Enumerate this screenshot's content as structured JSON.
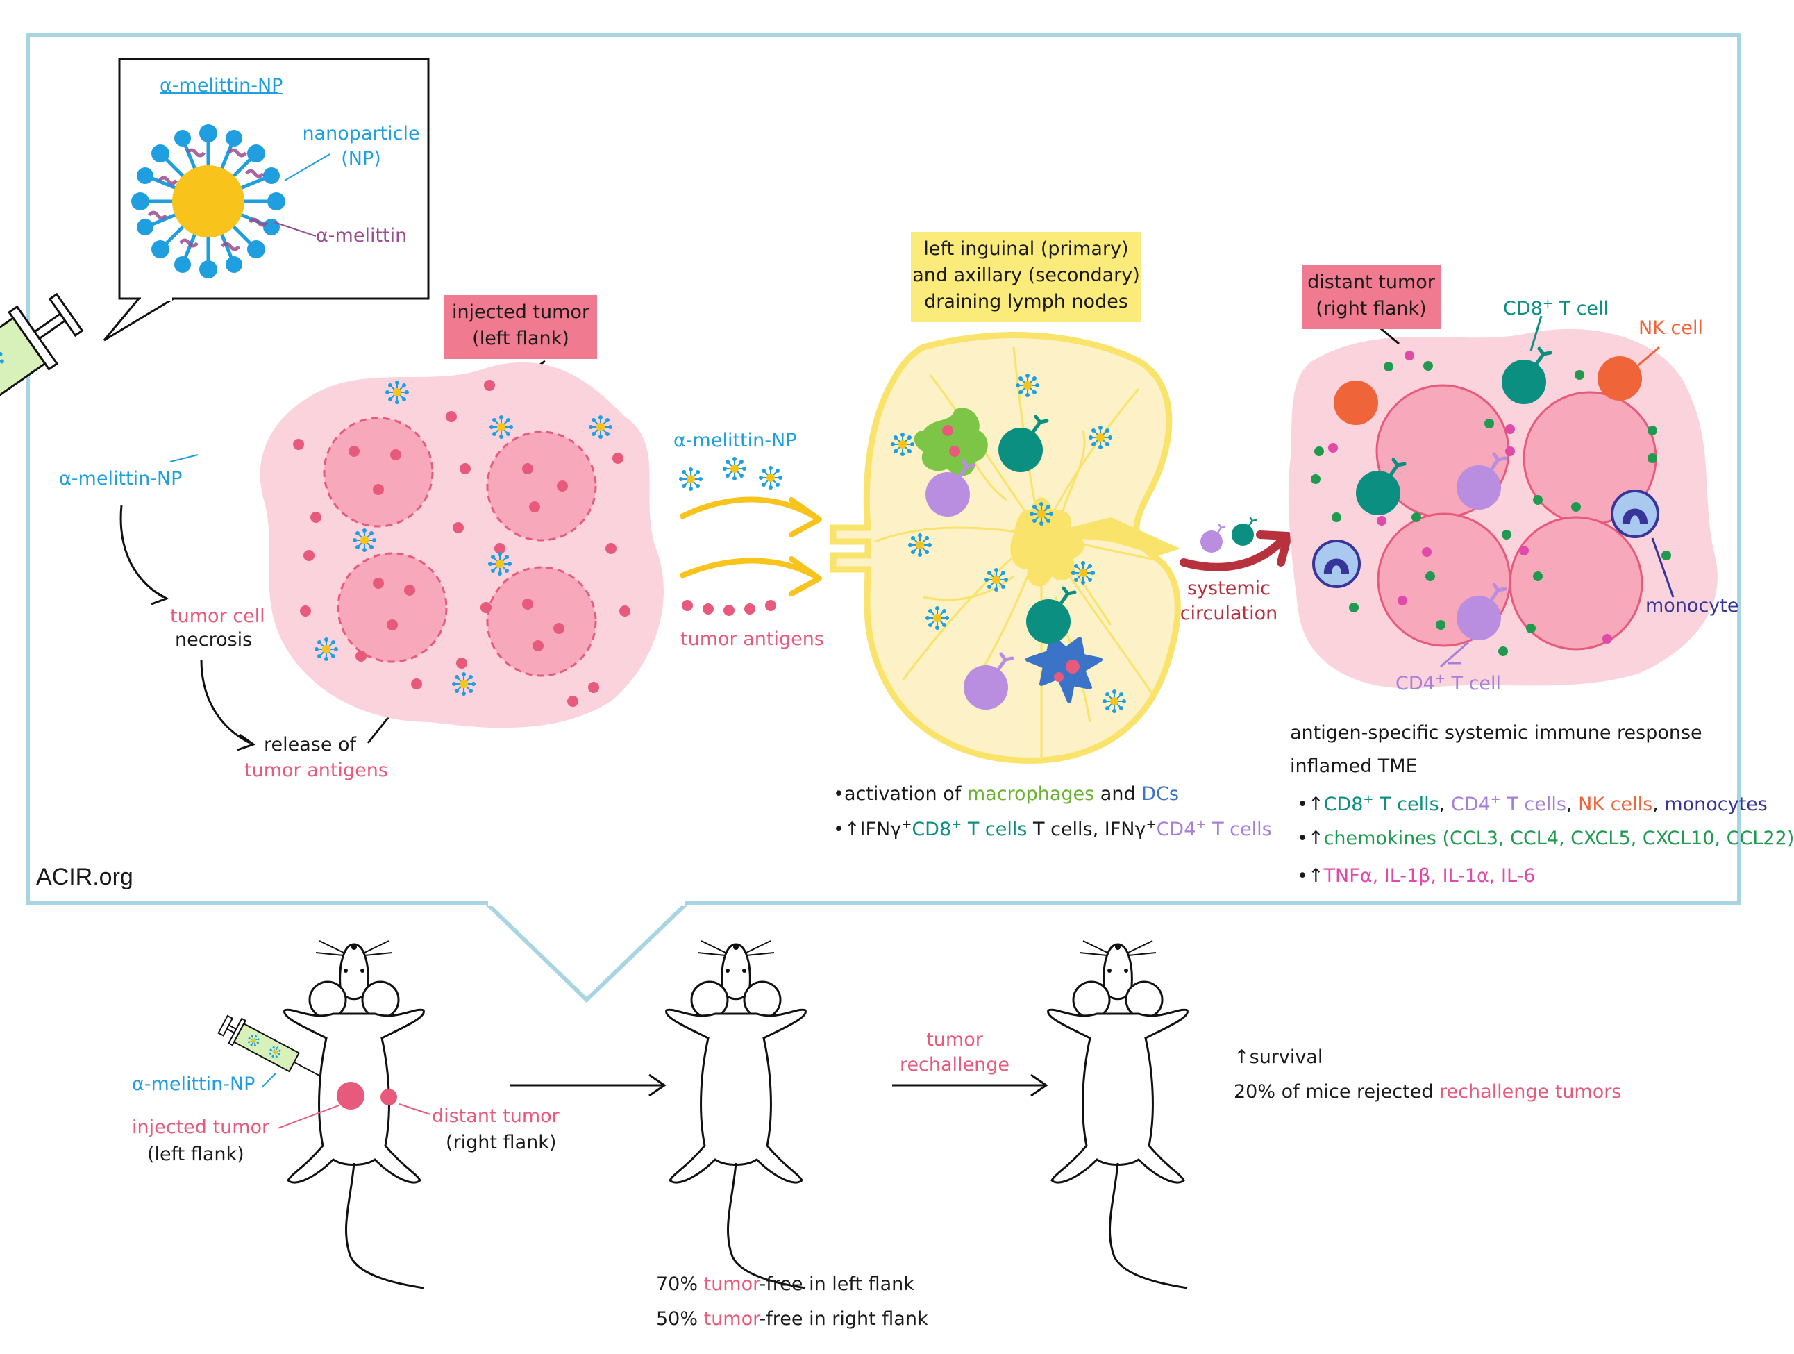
{
  "top": {
    "inset_title": "α-melittin-NP",
    "inset_np_label": "nanoparticle\n(NP)",
    "inset_melittin_label": "α-melittin",
    "syringe_label": "α-melittin-NP",
    "injected_tumor_box": "injected tumor\n(left flank)",
    "tumor_cell": "tumor cell",
    "necrosis": "necrosis",
    "release_of": "release of",
    "tumor_antigens_release": "tumor antigens",
    "arrow_np_label": "α-melittin-NP",
    "arrow_antigen_label": "tumor antigens",
    "lymph_box": "left inguinal (primary)\nand axillary (secondary)\ndraining lymph nodes",
    "lymph_bullet1_pre": "activation of ",
    "lymph_bullet1_macro": "macrophages",
    "lymph_bullet1_and": " and ",
    "lymph_bullet1_dcs": "DCs",
    "lymph_bullet2_a": "↑IFNγ",
    "lymph_bullet2_b": "CD8",
    "lymph_bullet2_c": " T cells, IFNγ",
    "lymph_bullet2_d": "CD4",
    "lymph_bullet2_e": " T cells",
    "systemic": "systemic\ncirculation",
    "distant_tumor_box": "distant tumor\n(right flank)",
    "cd8_label": "CD8",
    "cd8_label_tail": " T cell",
    "nk_label": "NK cell",
    "monocyte_label": "monocyte",
    "cd4_label": "CD4",
    "cd4_label_tail": " T cell",
    "response_title": "antigen-specific systemic immune response",
    "inflamed": "inflamed TME",
    "bullet_a1": "↑",
    "bullet_a_cd8": "CD8",
    "bullet_a_cd8_tail": " T cells",
    "bullet_a_sep1": ", ",
    "bullet_a_cd4": "CD4",
    "bullet_a_cd4_tail": " T cells",
    "bullet_a_sep2": ", ",
    "bullet_a_nk": "NK cells",
    "bullet_a_sep3": ", ",
    "bullet_a_mono": "monocytes",
    "bullet_b1": "↑",
    "bullet_b_text": "chemokines (CCL3, CCL4, CXCL5, CXCL10, CCL22)",
    "bullet_c1": "↑",
    "bullet_c_text": "TNFα, IL-1β, IL-1α, IL-6",
    "plus": "+",
    "watermark": "ACIR.org"
  },
  "bottom": {
    "syringe_label": "α-melittin-NP",
    "injected_tumor": "injected tumor",
    "left_flank": "(left flank)",
    "distant_tumor": "distant tumor",
    "right_flank": "(right flank)",
    "rechallenge": "tumor\nrechallenge",
    "result1_pct": "70% ",
    "result1_tumor": "tumor",
    "result1_rest": "-free in left flank",
    "result2_pct": "50% ",
    "result2_tumor": "tumor",
    "result2_rest": "-free in right flank",
    "survival": "↑survival",
    "rejected_pre": "20% of mice rejected ",
    "rejected_red": "rechallenge tumors"
  },
  "colors": {
    "frame": "#a9d4e2",
    "tumor_pink": "#fbd3dc",
    "tumor_cell": "#f7a9bb",
    "antigen": "#e75a7c",
    "lymph_fill": "#fdf1c7",
    "lymph_line": "#f9e36a",
    "teal": "#0b8f80",
    "lavender": "#b98ee0",
    "orange": "#f0643a"
  }
}
